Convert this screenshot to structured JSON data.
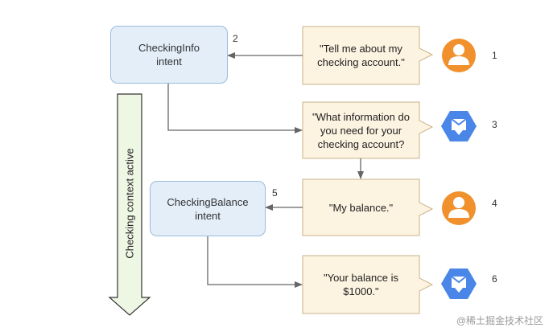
{
  "intents": [
    {
      "id": "checkinginfo",
      "lines": [
        "CheckingInfo",
        "intent"
      ],
      "number": "2"
    },
    {
      "id": "checkingbalance",
      "lines": [
        "CheckingBalance",
        "intent"
      ],
      "number": "5"
    }
  ],
  "messages": [
    {
      "lines": [
        "\"Tell me about my",
        "checking account.\""
      ],
      "speaker": "user-icon",
      "number": "1"
    },
    {
      "lines": [
        "\"What information do",
        "you need for your",
        "checking account?"
      ],
      "speaker": "agent-icon",
      "number": "3"
    },
    {
      "lines": [
        "\"My balance.\""
      ],
      "speaker": "user-icon",
      "number": "4"
    },
    {
      "lines": [
        "\"Your balance is",
        "$1000.\""
      ],
      "speaker": "agent-icon",
      "number": "6"
    }
  ],
  "context_label": "Checking context active",
  "watermark": "@稀土掘金技术社区",
  "colors": {
    "intent_fill": "#e3eef9",
    "message_fill": "#fdf3e1",
    "context_arrow_fill": "#eef6e4",
    "user_icon": "#f0912d",
    "agent_icon": "#4a86e8",
    "connector": "#666666"
  }
}
